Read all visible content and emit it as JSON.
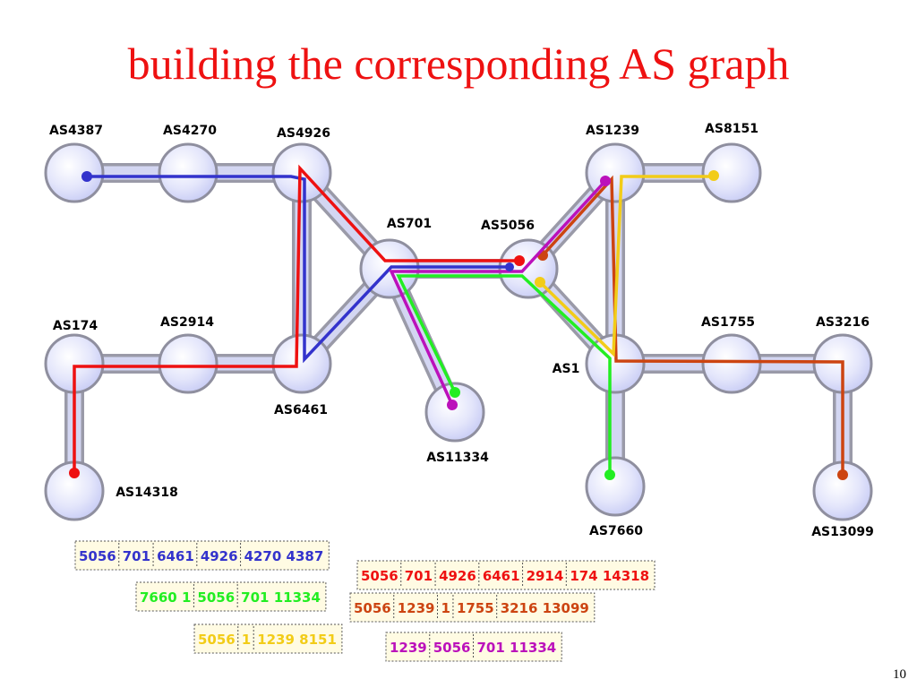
{
  "slide": {
    "title": "building the corresponding AS graph",
    "page_number": "10"
  },
  "colors": {
    "title": "#ee1111",
    "node_fill": "#c9cdf5",
    "node_stroke": "#8f8f9f",
    "link_fill": "#d3d6f2",
    "link_stroke": "#9a9aa8",
    "box_fill": "#fffbe3"
  },
  "nodes": [
    {
      "id": "AS4387",
      "label": "AS4387"
    },
    {
      "id": "AS4270",
      "label": "AS4270"
    },
    {
      "id": "AS4926",
      "label": "AS4926"
    },
    {
      "id": "AS701",
      "label": "AS701"
    },
    {
      "id": "AS5056",
      "label": "AS5056"
    },
    {
      "id": "AS1239",
      "label": "AS1239"
    },
    {
      "id": "AS8151",
      "label": "AS8151"
    },
    {
      "id": "AS174",
      "label": "AS174"
    },
    {
      "id": "AS2914",
      "label": "AS2914"
    },
    {
      "id": "AS6461",
      "label": "AS6461"
    },
    {
      "id": "AS11334",
      "label": "AS11334"
    },
    {
      "id": "AS1",
      "label": "AS1"
    },
    {
      "id": "AS1755",
      "label": "AS1755"
    },
    {
      "id": "AS3216",
      "label": "AS3216"
    },
    {
      "id": "AS14318",
      "label": "AS14318"
    },
    {
      "id": "AS7660",
      "label": "AS7660"
    },
    {
      "id": "AS13099",
      "label": "AS13099"
    }
  ],
  "links": [
    [
      "AS4387",
      "AS4270"
    ],
    [
      "AS4270",
      "AS4926"
    ],
    [
      "AS4926",
      "AS701"
    ],
    [
      "AS4926",
      "AS6461"
    ],
    [
      "AS6461",
      "AS701"
    ],
    [
      "AS2914",
      "AS6461"
    ],
    [
      "AS174",
      "AS2914"
    ],
    [
      "AS174",
      "AS14318"
    ],
    [
      "AS701",
      "AS5056"
    ],
    [
      "AS701",
      "AS11334"
    ],
    [
      "AS5056",
      "AS1239"
    ],
    [
      "AS5056",
      "AS1"
    ],
    [
      "AS1239",
      "AS8151"
    ],
    [
      "AS1239",
      "AS1"
    ],
    [
      "AS1",
      "AS1755"
    ],
    [
      "AS1755",
      "AS3216"
    ],
    [
      "AS1",
      "AS7660"
    ],
    [
      "AS3216",
      "AS13099"
    ]
  ],
  "paths": [
    {
      "name": "blue",
      "color": "#3333cc",
      "tokens": [
        "5056",
        "701",
        "6461",
        "4926",
        "4270 4387"
      ]
    },
    {
      "name": "red",
      "color": "#ee1111",
      "tokens": [
        "5056",
        "701",
        "4926",
        "6461",
        "2914",
        "174 14318"
      ]
    },
    {
      "name": "green",
      "color": "#22ee22",
      "tokens": [
        "7660 1",
        "5056",
        "701 11334"
      ]
    },
    {
      "name": "brown",
      "color": "#cc4411",
      "tokens": [
        "5056",
        "1239",
        "1",
        "1755",
        "3216 13099"
      ]
    },
    {
      "name": "yellow",
      "color": "#f2cc18",
      "tokens": [
        "5056",
        "1",
        "1239 8151"
      ]
    },
    {
      "name": "magenta",
      "color": "#bb11bb",
      "tokens": [
        "1239",
        "5056",
        "701 11334"
      ]
    }
  ]
}
